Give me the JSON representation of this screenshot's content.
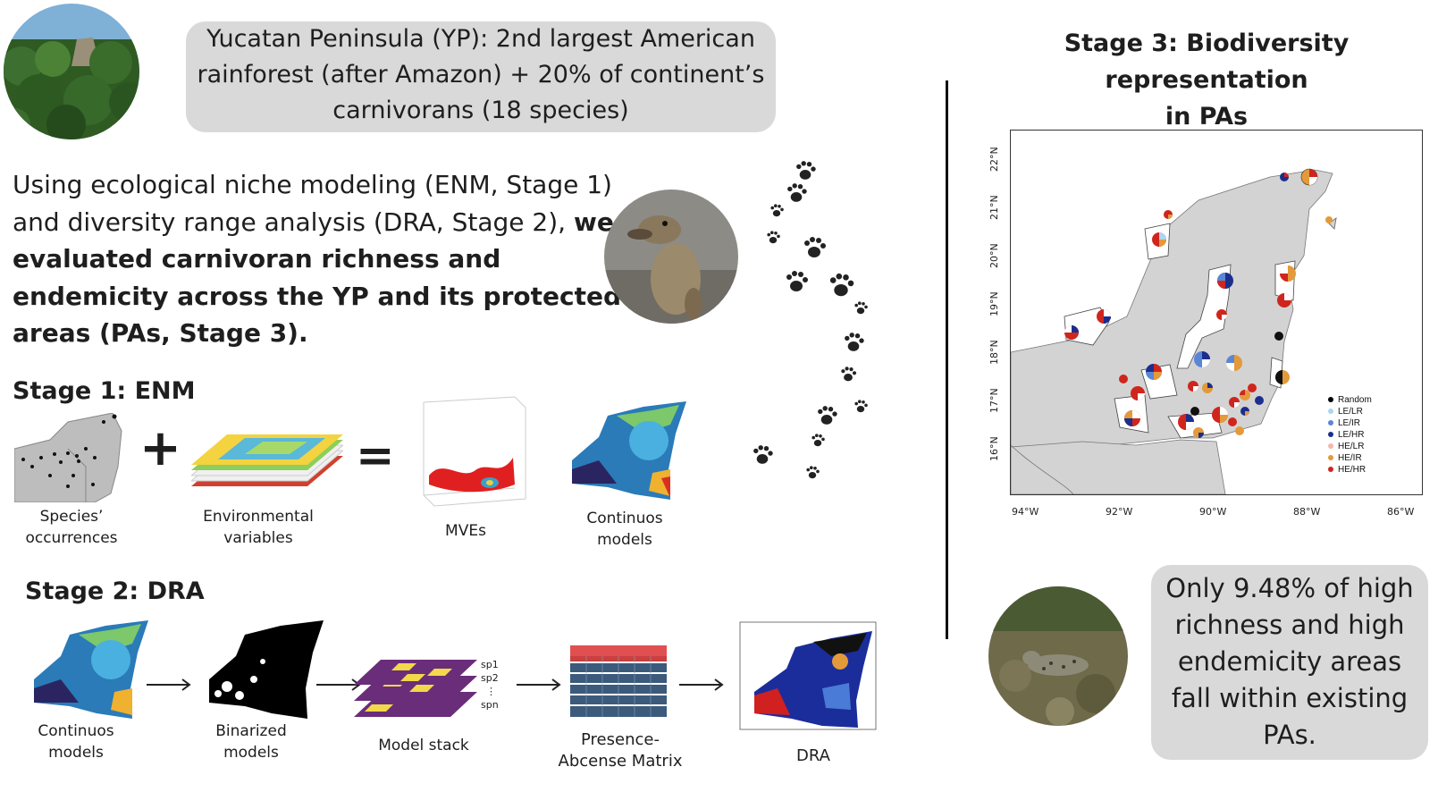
{
  "top_bubble": {
    "lines": [
      "Yucatan Peninsula (YP): 2nd largest American",
      "rainforest (after Amazon) + 20% of continent’s",
      "carnivorans (18 species)"
    ]
  },
  "intro": {
    "part1": "Using ecological niche modeling (ENM, Stage 1) and diversity range analysis (DRA, Stage 2),",
    "part2_bold": "we evaluated carnivoran richness and endemicity across the YP and its protected areas (PAs, Stage 3)."
  },
  "stage1": {
    "title": "Stage 1: ENM",
    "plus": "+",
    "equals": "=",
    "captions": [
      {
        "l1": "Species’",
        "l2": "occurrences"
      },
      {
        "l1": "Environmental",
        "l2": "variables"
      },
      {
        "l1": "MVEs",
        "l2": ""
      },
      {
        "l1": "Continuos",
        "l2": "models"
      }
    ]
  },
  "stage2": {
    "title": "Stage 2: DRA",
    "stack_labels": [
      "sp1",
      "sp2",
      "⋮",
      "spn"
    ],
    "captions": [
      {
        "l1": "Continuos",
        "l2": "models"
      },
      {
        "l1": "Binarized",
        "l2": "models"
      },
      {
        "l1": "Model stack",
        "l2": ""
      },
      {
        "l1": "Presence-",
        "l2": "Abcense Matrix"
      },
      {
        "l1": "DRA",
        "l2": ""
      }
    ]
  },
  "stage3": {
    "title_l1": "Stage 3: Biodiversity representation",
    "title_l2": "in PAs",
    "map": {
      "lat_ticks": [
        "22°N",
        "21°N",
        "20°N",
        "19°N",
        "18°N",
        "17°N",
        "16°N"
      ],
      "lon_ticks": [
        "94°W",
        "92°W",
        "90°W",
        "88°W",
        "86°W"
      ],
      "legend": [
        {
          "label": "Random",
          "color": "#000000"
        },
        {
          "label": "LE/LR",
          "color": "#a9d6f5"
        },
        {
          "label": "LE/IR",
          "color": "#5a86d6"
        },
        {
          "label": "LE/HR",
          "color": "#1c2e8c"
        },
        {
          "label": "HE/LR",
          "color": "#f4b7b0"
        },
        {
          "label": "HE/IR",
          "color": "#e39a3a"
        },
        {
          "label": "HE/HR",
          "color": "#d0251d"
        }
      ]
    }
  },
  "result_bubble": {
    "lines": [
      "Only 9.48% of high",
      "richness and high",
      "endemicity areas",
      "fall within existing",
      "PAs."
    ]
  },
  "colors": {
    "bubble": "#d9d9d9",
    "sea": "#ffffff",
    "land": "#d3d3d3"
  }
}
